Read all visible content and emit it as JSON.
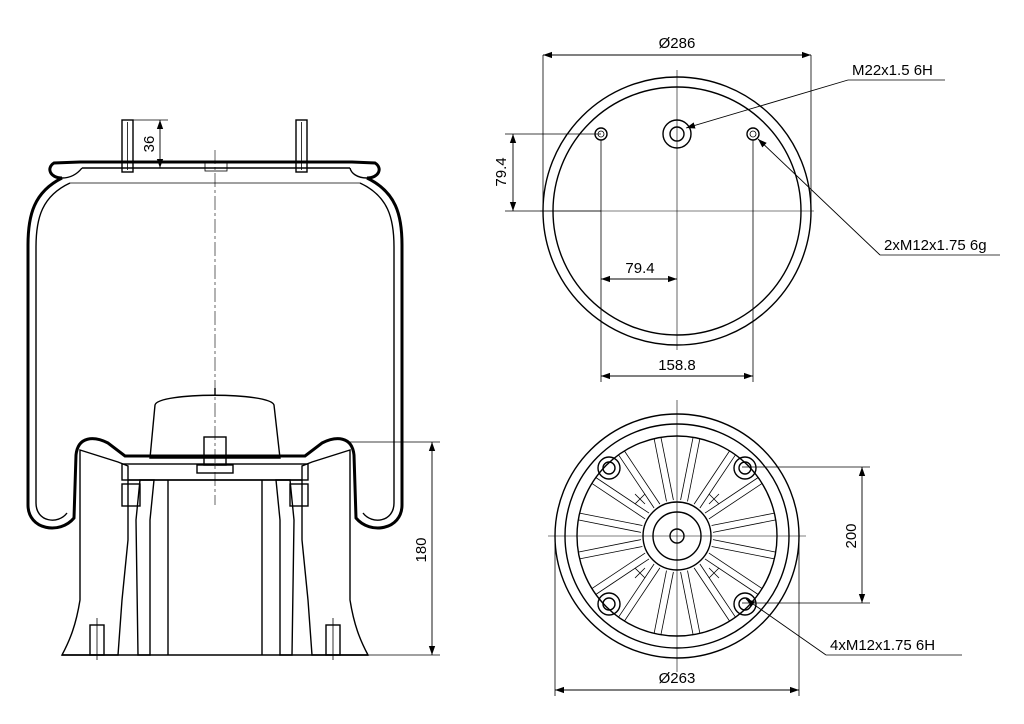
{
  "dimensions": {
    "top_diameter": "Ø286",
    "top_thread": "M22x1.5 6H",
    "top_bolts": "2xM12x1.75 6g",
    "stud_height": "36",
    "offset_vertical": "79.4",
    "offset_horizontal": "79.4",
    "bolt_spacing": "158.8",
    "piston_height": "180",
    "bottom_spacing": "200",
    "bottom_bolts": "4xM12x1.75 6H",
    "bottom_diameter": "Ø263"
  },
  "colors": {
    "line": "#000000",
    "background": "#ffffff"
  }
}
